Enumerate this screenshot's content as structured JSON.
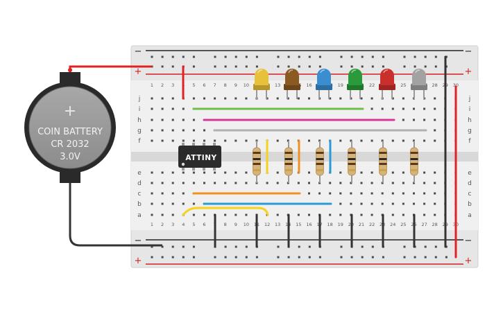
{
  "battery": {
    "line1": "COIN BATTERY",
    "line2": "CR 2032",
    "line3": "3.0V",
    "symbol": "+"
  },
  "chip": {
    "label": "ATTINY"
  },
  "rail_signs": {
    "minus": "−",
    "plus": "+"
  },
  "column_numbers": [
    "1",
    "2",
    "3",
    "4",
    "5",
    "6",
    "7",
    "8",
    "9",
    "10",
    "11",
    "12",
    "13",
    "14",
    "15",
    "16",
    "17",
    "18",
    "19",
    "20",
    "21",
    "22",
    "23",
    "24",
    "25",
    "26",
    "27",
    "28",
    "29",
    "30"
  ],
  "row_letters_top": [
    "j",
    "i",
    "h",
    "g",
    "f"
  ],
  "row_letters_bottom": [
    "e",
    "d",
    "c",
    "b",
    "a"
  ],
  "leds": [
    {
      "color_name": "yellow",
      "color": "#e8c13a"
    },
    {
      "color_name": "brown",
      "color": "#8b5a22"
    },
    {
      "color_name": "blue",
      "color": "#3a8ed0"
    },
    {
      "color_name": "green",
      "color": "#2a9a3a"
    },
    {
      "color_name": "red",
      "color": "#c9302c"
    },
    {
      "color_name": "grey",
      "color": "#a2a2a2"
    }
  ],
  "wire_colors": {
    "green": "#6cc04a",
    "magenta": "#d6379b",
    "grey": "#b0b0b0",
    "orange": "#f0901e",
    "blue": "#2a9ad6",
    "yellow": "#f6d21a",
    "red": "#e02222",
    "black": "#333333"
  }
}
